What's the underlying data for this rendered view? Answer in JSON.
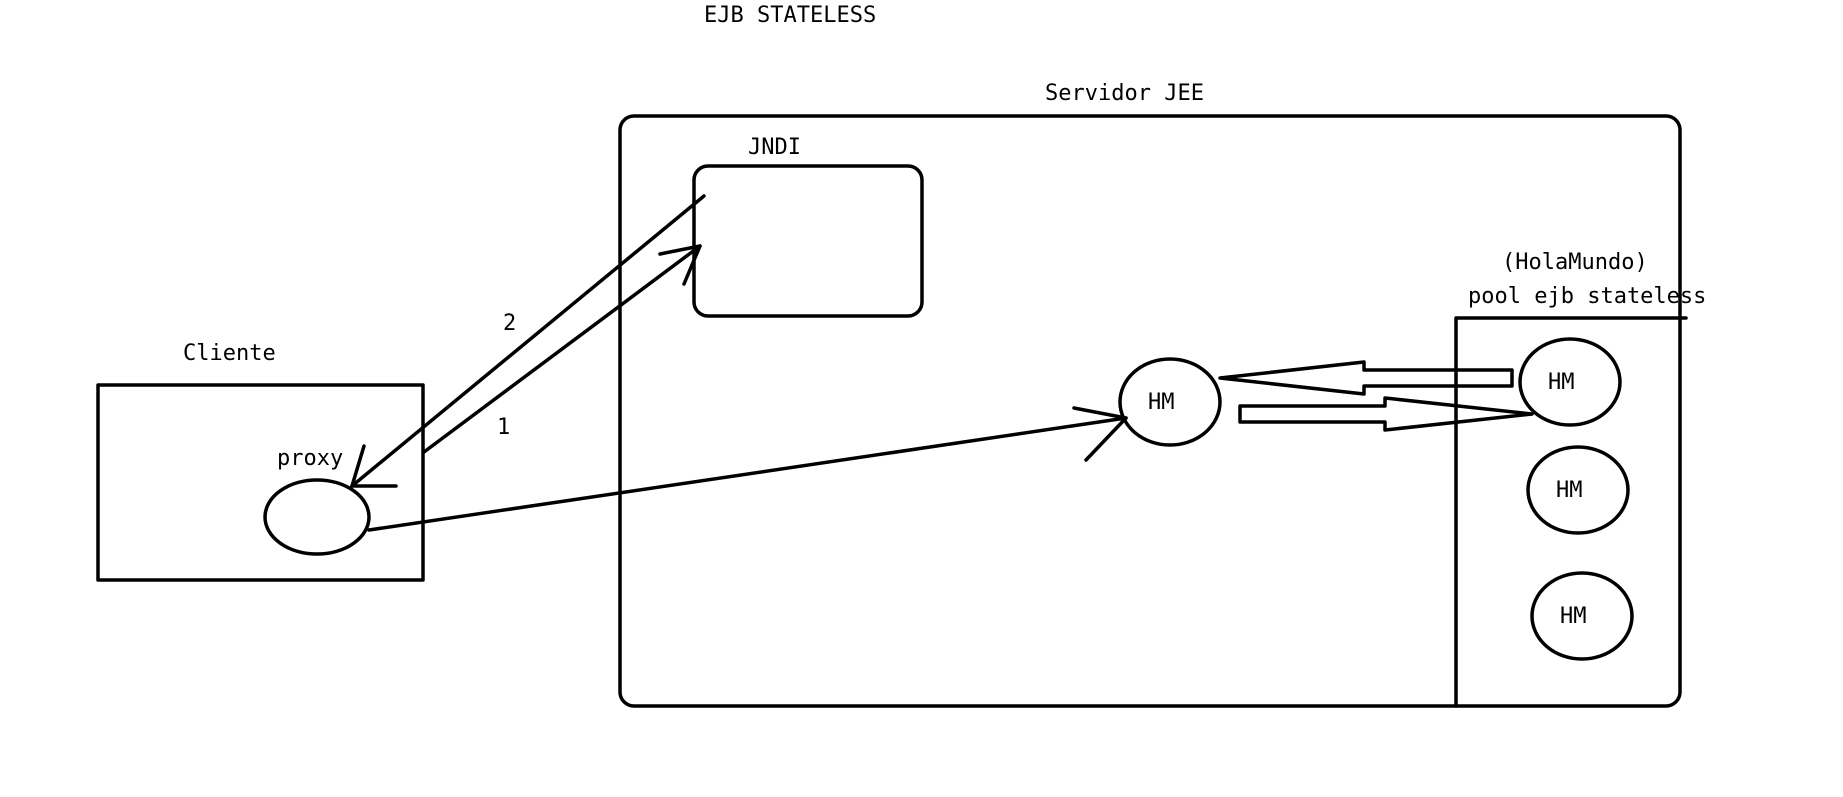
{
  "title": "EJB STATELESS",
  "server": {
    "label": "Servidor JEE"
  },
  "jndi": {
    "label": "JNDI"
  },
  "client": {
    "label": "Cliente",
    "proxy_label": "proxy"
  },
  "pool": {
    "label_line1": "(HolaMundo)",
    "label_line2": "pool ejb stateless",
    "instances": [
      "HM",
      "HM",
      "HM"
    ]
  },
  "active_instance": {
    "label": "HM"
  },
  "steps": {
    "step1": "1",
    "step2": "2"
  },
  "colors": {
    "ink": "#000000",
    "background": "#ffffff"
  }
}
